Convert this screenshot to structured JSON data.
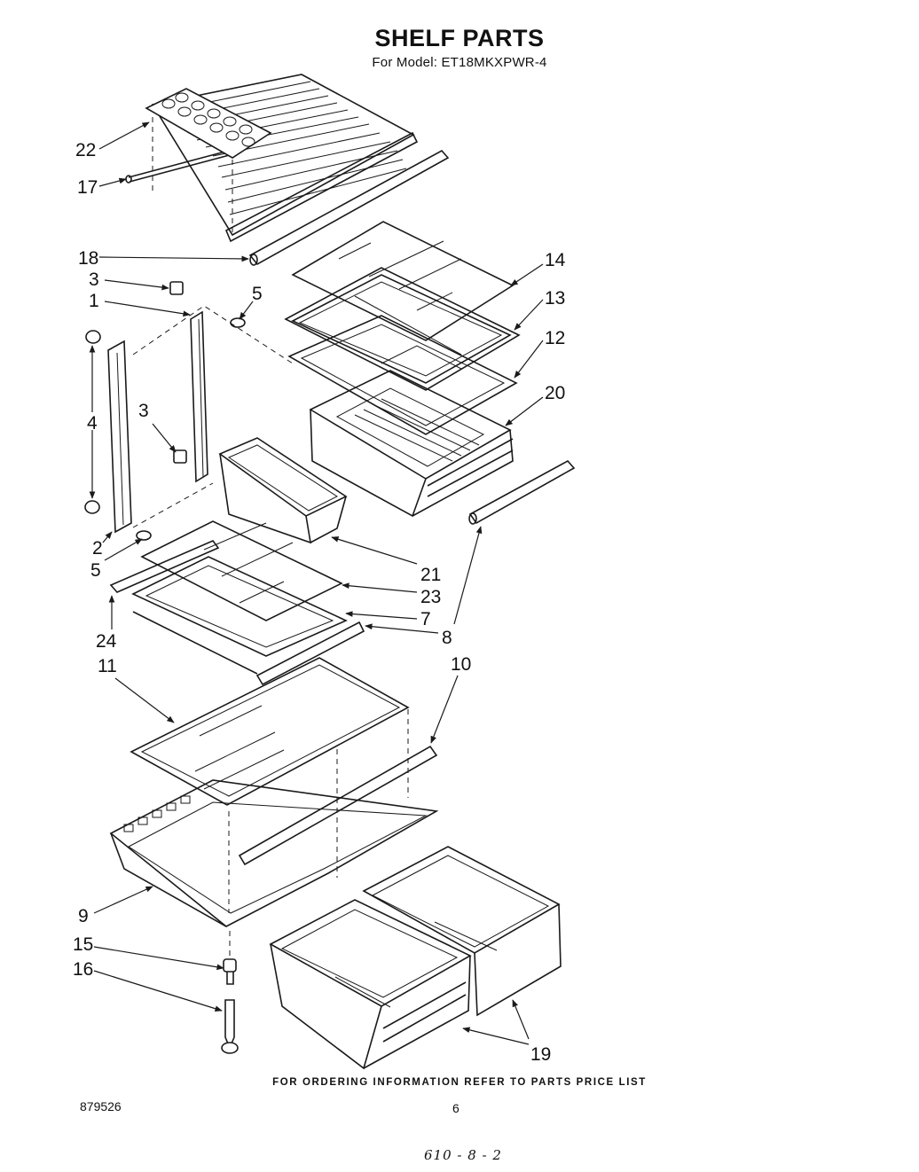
{
  "header": {
    "title": "SHELF PARTS",
    "subtitle": "For Model: ET18MKXPWR-4"
  },
  "callouts": [
    "22",
    "17",
    "18",
    "3",
    "1",
    "5",
    "4",
    "3",
    "2",
    "5",
    "14",
    "13",
    "12",
    "20",
    "21",
    "23",
    "7",
    "8",
    "24",
    "11",
    "10",
    "9",
    "15",
    "16",
    "19"
  ],
  "footer": {
    "ordering_note": "FOR ORDERING INFORMATION REFER TO PARTS PRICE LIST",
    "doc_number": "879526",
    "page_number": "6",
    "handwritten_note": "610 - 8 - 2"
  }
}
